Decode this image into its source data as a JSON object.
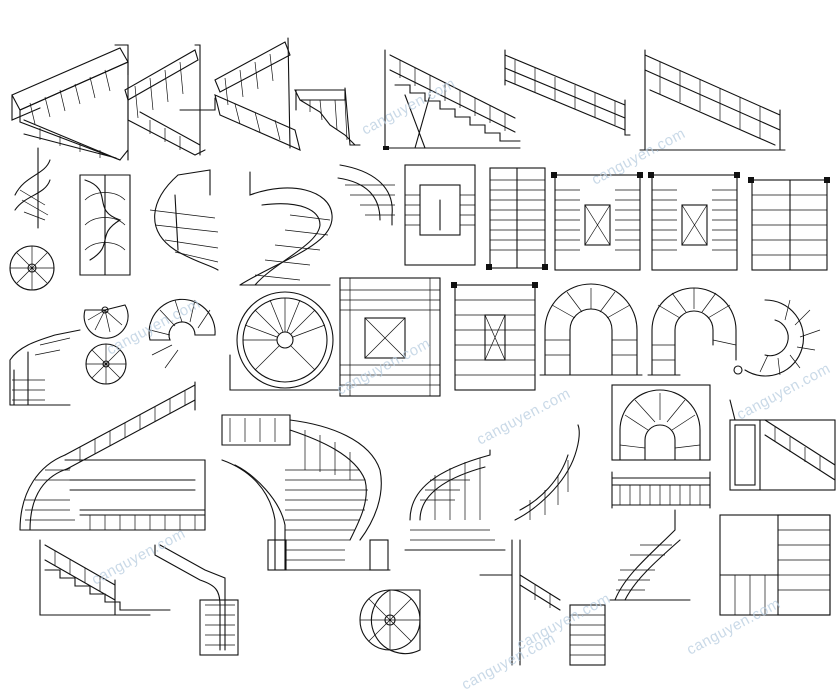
{
  "watermark": {
    "text": "canguyen.com",
    "color": "#b8cde0"
  },
  "line_color": "#111111",
  "background": "#ffffff",
  "symbols": [
    "stair-perspective",
    "stair-elevation",
    "spiral-stair",
    "spiral-stair-plan",
    "u-stair-plan",
    "curved-stair-plan",
    "grand-staircase-elevation",
    "curved-stair-elevation",
    "l-stair-elevation"
  ]
}
